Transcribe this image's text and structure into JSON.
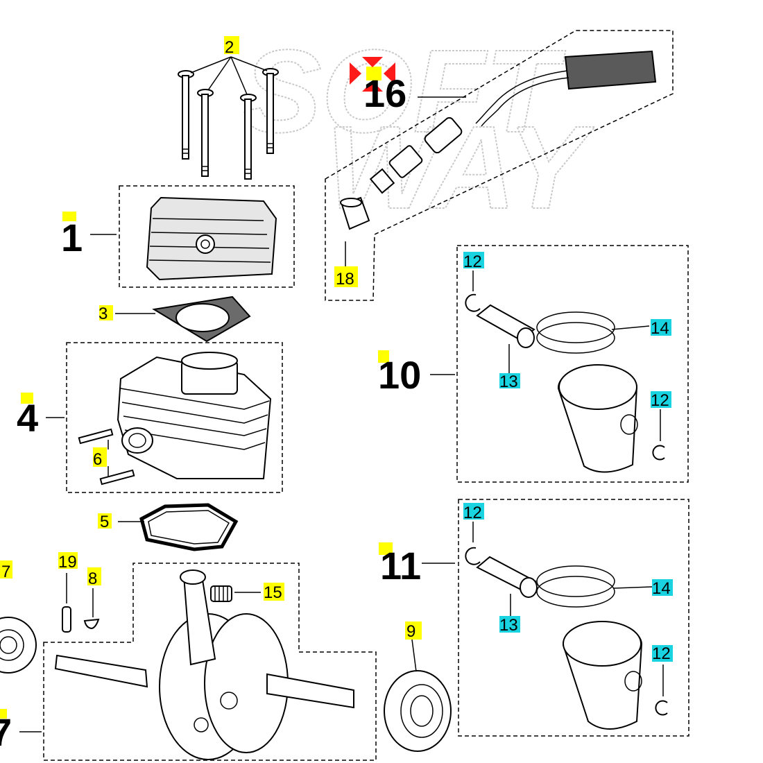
{
  "watermark": {
    "line1": "SOFT",
    "line2": "WAY"
  },
  "labels": {
    "l1": "1",
    "l2": "2",
    "l3": "3",
    "l4": "4",
    "l5": "5",
    "l6": "6",
    "l7a": "7",
    "l7b": "7",
    "l8": "8",
    "l9": "9",
    "l10": "10",
    "l11": "11",
    "l12a": "12",
    "l12b": "12",
    "l12c": "12",
    "l12d": "12",
    "l13a": "13",
    "l13b": "13",
    "l14a": "14",
    "l14b": "14",
    "l15": "15",
    "l16": "16",
    "l18": "18",
    "l19": "19"
  },
  "colors": {
    "label_yellow": "#ffff00",
    "label_cyan": "#19d4e0",
    "marker_red": "#ff1a1a"
  },
  "icons": {
    "marker": "selection-cross-marker-icon"
  }
}
